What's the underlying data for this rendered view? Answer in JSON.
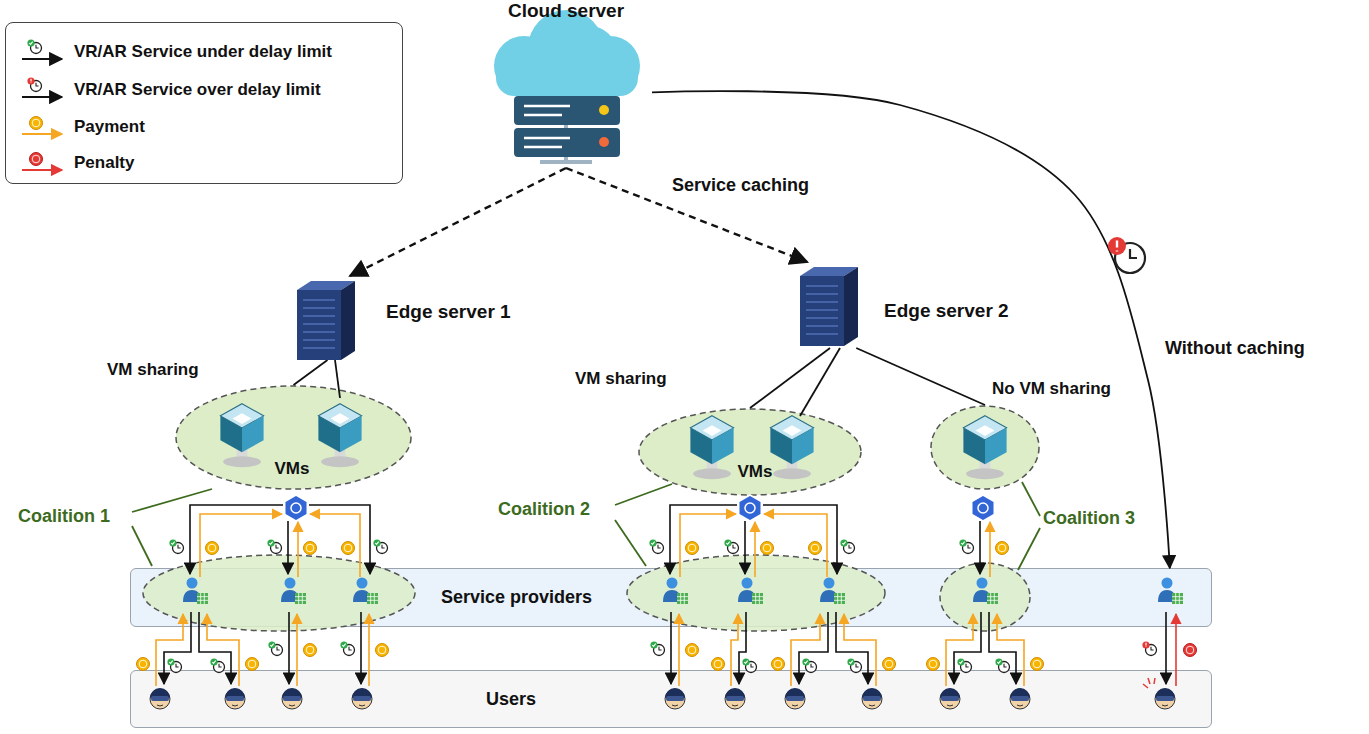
{
  "diagram": {
    "nodes": [
      {
        "text": [
          "Cloud server"
        ]
      },
      {
        "text": [
          "Edge server 1"
        ]
      },
      {
        "text": [
          "Edge server 2"
        ]
      },
      {
        "text": [
          "VM sharing",
          "VMs"
        ]
      },
      {
        "text": [
          "VM sharing",
          "VMs"
        ]
      },
      {
        "text": [
          "No VM sharing"
        ]
      },
      {
        "text": [
          "Service providers"
        ]
      },
      {
        "text": [
          "Users"
        ]
      }
    ],
    "edges": [
      {
        "from": 0,
        "to": 1,
        "arrow": "to"
      },
      {
        "from": 0,
        "to": 2,
        "arrow": "to"
      },
      {
        "from": 1,
        "to": 3,
        "arrow": "none"
      },
      {
        "from": 2,
        "to": 4,
        "arrow": "none"
      },
      {
        "from": 2,
        "to": 5,
        "arrow": "none"
      },
      {
        "from": 0,
        "to": 6,
        "arrow": "to"
      }
    ],
    "labels": [
      "Service caching",
      "Coalition 1",
      "Coalition 2",
      "Coalition 3",
      "Without caching"
    ],
    "legend": [
      {
        "text": "VR/AR Service under delay limit"
      },
      {
        "text": "VR/AR Service over delay limit"
      },
      {
        "text": "Payment"
      },
      {
        "text": "Penalty"
      }
    ]
  }
}
